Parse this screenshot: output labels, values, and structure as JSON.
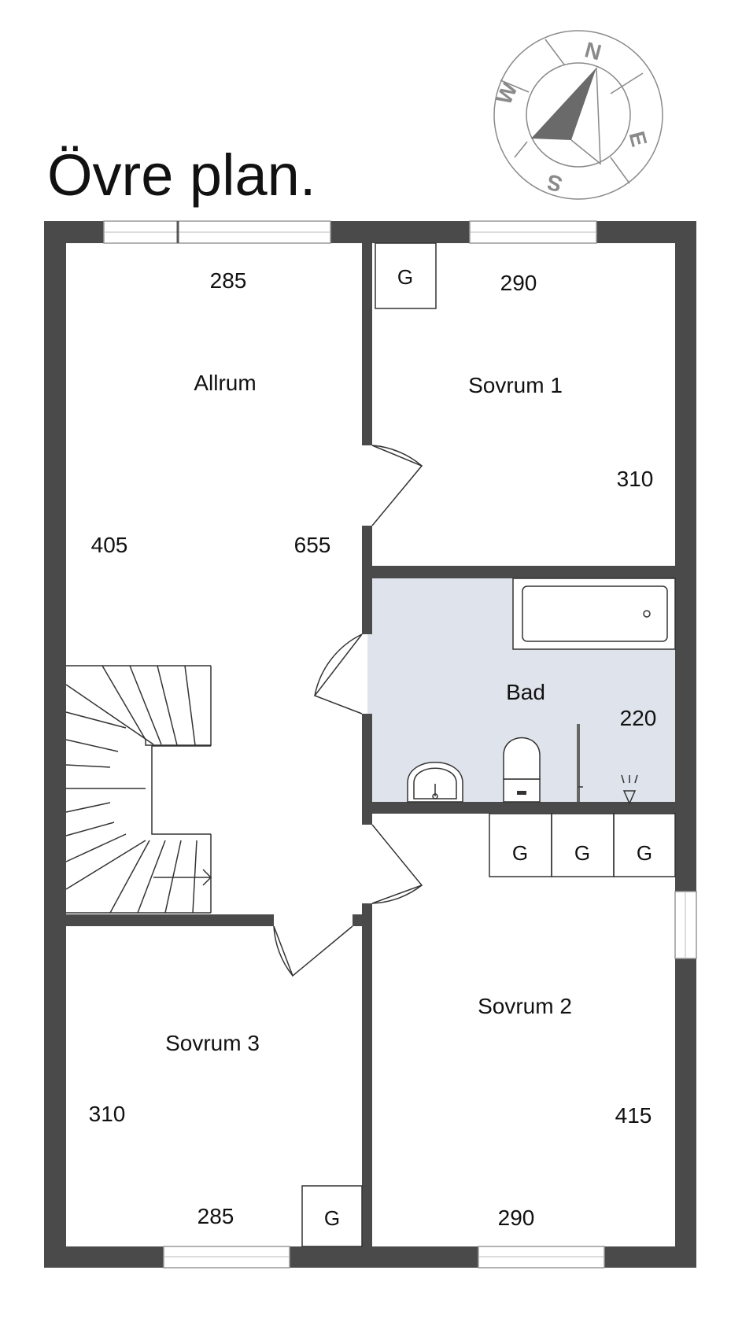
{
  "title": "Övre plan.",
  "compass": {
    "n": "N",
    "e": "E",
    "s": "S",
    "w": "W"
  },
  "rooms": {
    "allrum": {
      "label": "Allrum",
      "dim_top": "285",
      "dim_left": "405",
      "dim_right": "655"
    },
    "sovrum1": {
      "label": "Sovrum 1",
      "dim_top": "290",
      "dim_right": "310"
    },
    "bad": {
      "label": "Bad",
      "dim": "220"
    },
    "sovrum2": {
      "label": "Sovrum 2",
      "dim_right": "415",
      "dim_bottom": "290"
    },
    "sovrum3": {
      "label": "Sovrum 3",
      "dim_left": "310",
      "dim_bottom": "285"
    }
  },
  "wardrobe_label": "G",
  "colors": {
    "wall": "#4a4a4a",
    "bathroom": "#dfe4ec",
    "compass_needle": "#6a6a6a"
  }
}
